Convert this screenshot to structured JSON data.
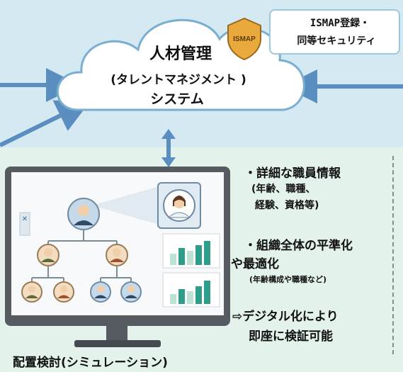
{
  "cloud": {
    "title": "人材管理",
    "subtitle": "(タレントマネジメント )",
    "subtitle2": "システム"
  },
  "security": {
    "shield_text": "ISMAP",
    "line1": "ISMAP登録・",
    "line2": "同等セキュリティ"
  },
  "features": {
    "item1": "・詳細な職員情報",
    "item1_detail_line1": "(年齢、職種、",
    "item1_detail_line2": "経験、資格等)",
    "item2_line1": "・組織全体の平準化",
    "item2_line2": "や最適化",
    "item2_note": "(年齢構成や職種など)",
    "item3_line1": "⇨デジタル化により",
    "item3_line2": "即座に検証可能"
  },
  "caption": "配置検討(シミュレーション)",
  "colors": {
    "arrow": "#5b8ec0",
    "cloud_border": "#7aaecf",
    "monitor": "#555b60",
    "bar_teal": "#2e9e8a",
    "bar_light": "#bfe2d6"
  }
}
